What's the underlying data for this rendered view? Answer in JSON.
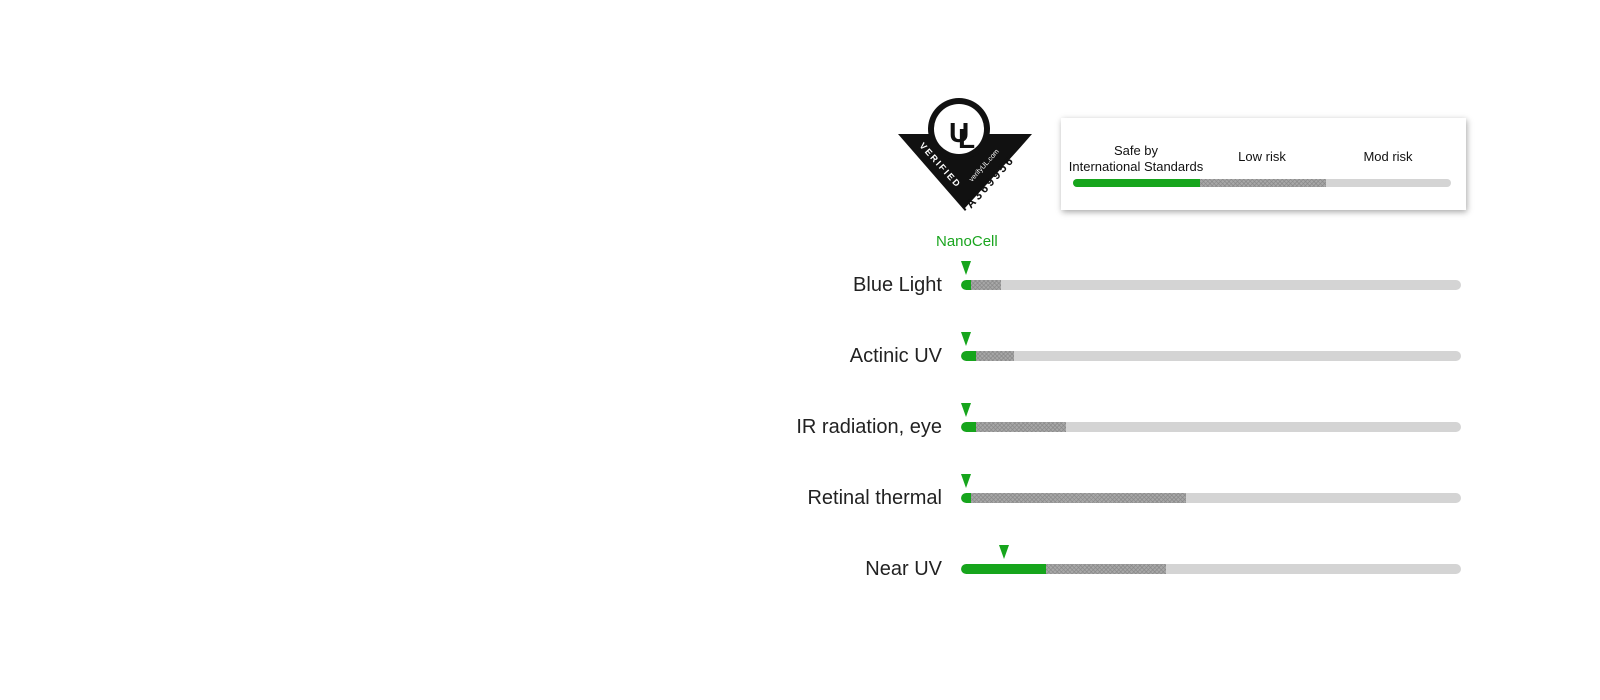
{
  "logo": {
    "brand": "UL",
    "verified_text": "VERIFIED",
    "site_text": "verifyUL.com",
    "code": "A369956"
  },
  "legend": {
    "safe_line1": "Safe by",
    "safe_line2": "International Standards",
    "low": "Low risk",
    "mod": "Mod risk",
    "colors": {
      "safe": "#16a51c",
      "low": "#a8a8a8 hatched",
      "mod": "#d4d4d4"
    }
  },
  "chart_data": {
    "type": "bar",
    "title": "",
    "series_label": "NanoCell",
    "scale": [
      0,
      100
    ],
    "categories": [
      "Blue Light",
      "Actinic UV",
      "IR radiation, eye",
      "Retinal thermal",
      "Near UV"
    ],
    "safe_limit": [
      2,
      3,
      3,
      2,
      17
    ],
    "low_risk_limit": [
      8,
      10.5,
      21,
      45,
      41
    ],
    "nanocell_value": [
      1,
      1,
      1,
      1,
      8.5
    ],
    "colors": {
      "safe": "#16a51c",
      "low": "#a8a8a8",
      "mod": "#d4d4d4",
      "marker": "#16a51c"
    }
  }
}
